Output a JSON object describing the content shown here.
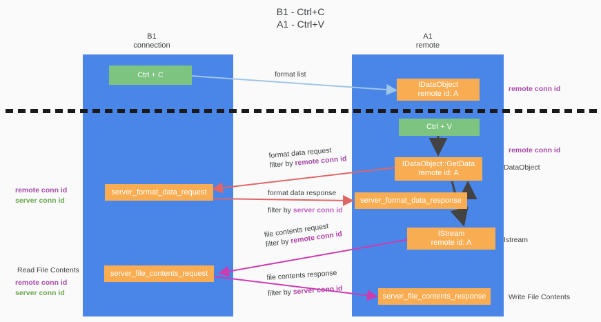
{
  "title": {
    "line1": "B1 - Ctrl+C",
    "line2": "A1 - Ctrl+V"
  },
  "lanes": [
    {
      "id": "b1",
      "name": "B1",
      "sub": "connection"
    },
    {
      "id": "a1",
      "name": "A1",
      "sub": "remote"
    }
  ],
  "boxes": {
    "ctrl_c": {
      "label": "Ctrl + C"
    },
    "idataobject_remote": {
      "line1": "IDataObject",
      "line2": "remote id: A"
    },
    "ctrl_v": {
      "label": "Ctrl + V"
    },
    "getdata": {
      "line1": "IDataObject::GetData",
      "line2": "remote id: A"
    },
    "server_format_data_request": {
      "label": "server_format_data_request"
    },
    "server_format_data_response": {
      "label": "server_format_data_response"
    },
    "istream": {
      "line1": "IStream",
      "line2": "remote id: A"
    },
    "server_file_contents_request": {
      "label": "server_file_contents_request"
    },
    "server_file_contents_response": {
      "label": "server_file_contents_response"
    }
  },
  "edges": {
    "format_list": {
      "label": "format list"
    },
    "format_data_request": {
      "line1": "format data request",
      "filter_prefix": "filter by ",
      "filter_key": "remote conn id"
    },
    "format_data_response": {
      "line1": "format data response",
      "filter_prefix": "filter by ",
      "filter_key": "server conn id"
    },
    "file_contents_request": {
      "line1": "file contents request",
      "filter_prefix": "filter by ",
      "filter_key": "remote conn id"
    },
    "file_contents_response": {
      "line1": "file contents response",
      "filter_prefix": "filter by ",
      "filter_key": "server conn id"
    }
  },
  "annotations": {
    "right_remote_conn_id_top": "remote conn id",
    "right_remote_conn_id_mid": "remote conn id",
    "right_dataobject": "DataObject",
    "right_istream": "Istream",
    "right_write_file_contents": "Write File Contents",
    "left_mid_remote": "remote conn id",
    "left_mid_server": "server conn id",
    "left_read_file_contents": "Read File Contents",
    "left_bottom_remote": "remote conn id",
    "left_bottom_server": "server conn id"
  },
  "colors": {
    "lane": "#4a86e8",
    "green_box": "#7cc47f",
    "orange_box": "#f9ad52",
    "arrow_blue": "#9fc5e8",
    "arrow_red": "#e06666",
    "arrow_magenta": "#cc3bb0",
    "arrow_black": "#434343",
    "divider": "#1a1a1a",
    "purple_text": "#a64ca6",
    "green_text": "#6aa84f"
  }
}
